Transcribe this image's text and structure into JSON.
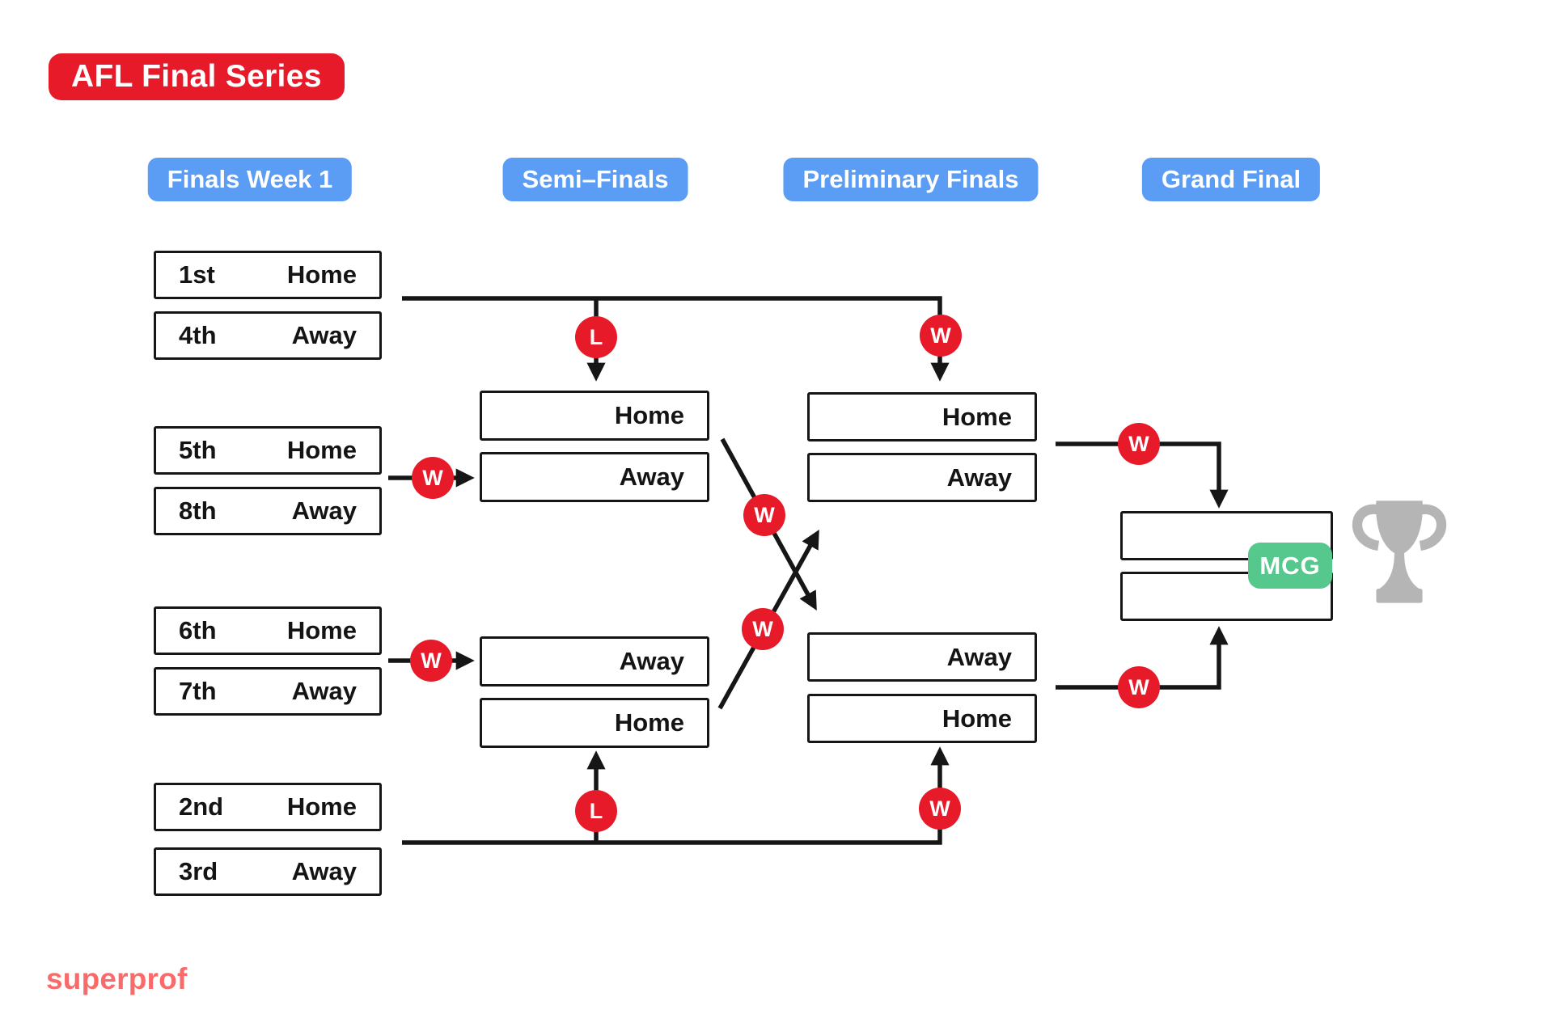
{
  "title": "AFL Final Series",
  "brand": "superprof",
  "colors": {
    "red": "#e71a29",
    "blue": "#5b9cf4",
    "green": "#57c88d",
    "coral": "#f96b6b",
    "ink": "#161616",
    "trophy": "#b5b5b5"
  },
  "columns": [
    {
      "label": "Finals Week 1"
    },
    {
      "label": "Semi–Finals"
    },
    {
      "label": "Preliminary Finals"
    },
    {
      "label": "Grand Final"
    }
  ],
  "week1": {
    "matches": [
      {
        "top": {
          "rank": "1st",
          "venue": "Home"
        },
        "bottom": {
          "rank": "4th",
          "venue": "Away"
        }
      },
      {
        "top": {
          "rank": "5th",
          "venue": "Home"
        },
        "bottom": {
          "rank": "8th",
          "venue": "Away"
        }
      },
      {
        "top": {
          "rank": "6th",
          "venue": "Home"
        },
        "bottom": {
          "rank": "7th",
          "venue": "Away"
        }
      },
      {
        "top": {
          "rank": "2nd",
          "venue": "Home"
        },
        "bottom": {
          "rank": "3rd",
          "venue": "Away"
        }
      }
    ]
  },
  "semi_finals": {
    "top_pair": [
      "Home",
      "Away"
    ],
    "bottom_pair": [
      "Away",
      "Home"
    ]
  },
  "preliminary_finals": {
    "top_pair": [
      "Home",
      "Away"
    ],
    "bottom_pair": [
      "Away",
      "Home"
    ]
  },
  "grand_final": {
    "top_box": "",
    "bottom_box": "",
    "venue_badge": "MCG"
  },
  "outcome_badges": {
    "to_semi_top_home": "L",
    "to_semi_top_away": "W",
    "semi_top_winner": "W",
    "semi_bottom_winner": "W",
    "to_semi_bottom_away": "W",
    "to_semi_bottom_home": "L",
    "to_prelim_top_home": "W",
    "to_prelim_bottom_home": "W",
    "to_grand_final_top": "W",
    "to_grand_final_bottom": "W"
  },
  "icons": {
    "trophy_icon": "trophy cup silhouette"
  }
}
